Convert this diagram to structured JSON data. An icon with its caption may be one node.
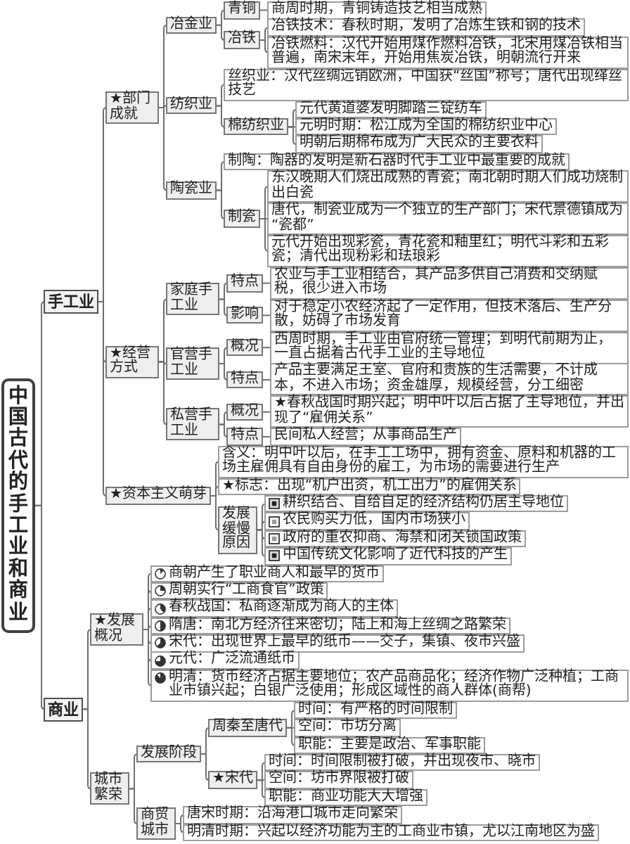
{
  "diagram": {
    "nodes": [
      {
        "text": [
          "中国古代的手工业和商业"
        ]
      },
      {
        "text": [
          "手工业"
        ]
      },
      {
        "text": [
          "★部门成就"
        ]
      },
      {
        "text": [
          "冶金业"
        ]
      },
      {
        "text": [
          "青铜"
        ]
      },
      {
        "text": [
          "商周时期，青铜铸造技艺相当成熟"
        ]
      },
      {
        "text": [
          "冶铁"
        ]
      },
      {
        "text": [
          "冶铁技术：春秋时期，发明了冶炼生铁和钢的技术"
        ]
      },
      {
        "text": [
          "冶铁燃料：汉代开始用煤作燃料冶铁，北宋用煤冶铁相当普遍，南宋末年，开始用焦炭冶铁，明朝流行开来"
        ]
      },
      {
        "text": [
          "纺织业"
        ]
      },
      {
        "text": [
          "丝织业：汉代丝绸远销欧洲，中国获“丝国”称号；唐代出现缂丝技艺"
        ]
      },
      {
        "text": [
          "棉纺织业"
        ]
      },
      {
        "text": [
          "元代黄道婆发明脚踏三锭纺车"
        ]
      },
      {
        "text": [
          "元明时期：松江成为全国的棉纺织业中心"
        ]
      },
      {
        "text": [
          "明朝后期棉布成为广大民众的主要衣料"
        ]
      },
      {
        "text": [
          "陶瓷业"
        ]
      },
      {
        "text": [
          "制陶：陶器的发明是新石器时代手工业中最重要的成就"
        ]
      },
      {
        "text": [
          "制瓷"
        ]
      },
      {
        "text": [
          "东汉晚期人们烧出成熟的青瓷；南北朝时期人们成功烧制出白瓷"
        ]
      },
      {
        "text": [
          "唐代，制瓷业成为一个独立的生产部门；宋代景德镇成为“瓷都”"
        ]
      },
      {
        "text": [
          "元代开始出现彩瓷，青花瓷和釉里红；明代斗彩和五彩瓷；清代出现粉彩和珐琅彩"
        ]
      },
      {
        "text": [
          "★经营方式"
        ]
      },
      {
        "text": [
          "家庭手工业"
        ]
      },
      {
        "text": [
          "特点"
        ]
      },
      {
        "text": [
          "农业与手工业相结合，其产品多供自己消费和交纳赋税，很少进入市场"
        ]
      },
      {
        "text": [
          "影响"
        ]
      },
      {
        "text": [
          "对于稳定小农经济起了一定作用，但技术落后、生产分散，妨碍了市场发育"
        ]
      },
      {
        "text": [
          "官营手工业"
        ]
      },
      {
        "text": [
          "概况"
        ]
      },
      {
        "text": [
          "西周时期，手工业由官府统一管理；到明代前期为止，一直占据着古代手工业的主导地位"
        ]
      },
      {
        "text": [
          "特点"
        ]
      },
      {
        "text": [
          "产品主要满足王室、官府和贵族的生活需要，不计成本，不进入市场；资金雄厚，规模经营，分工细密"
        ]
      },
      {
        "text": [
          "私营手工业"
        ]
      },
      {
        "text": [
          "概况"
        ]
      },
      {
        "text": [
          "★春秋战国时期兴起；明中叶以后占据了主导地位，并出现了“雇佣关系”"
        ]
      },
      {
        "text": [
          "特点"
        ]
      },
      {
        "text": [
          "民间私人经营；从事商品生产"
        ]
      },
      {
        "text": [
          "★资本主义萌芽"
        ]
      },
      {
        "text": [
          "含义：明中叶以后，在手工工场中，拥有资金、原料和机器的工场主雇佣具有自由身份的雇工，为市场的需要进行生产"
        ]
      },
      {
        "text": [
          "★标志：出现“机户出资，机工出力”的雇佣关系"
        ]
      },
      {
        "text": [
          "发展缓慢原因"
        ]
      },
      {
        "text": [
          "耕织结合、自给自足的经济结构仍居主导地位"
        ]
      },
      {
        "text": [
          "农民购买力低，国内市场狭小"
        ]
      },
      {
        "text": [
          "政府的重农抑商、海禁和闭关锁国政策"
        ]
      },
      {
        "text": [
          "中国传统文化影响了近代科技的产生"
        ]
      },
      {
        "text": [
          "商业"
        ]
      },
      {
        "text": [
          "★发展概况"
        ]
      },
      {
        "text": [
          "商朝产生了职业商人和最早的货币"
        ]
      },
      {
        "text": [
          "周朝实行“工商食官”政策"
        ]
      },
      {
        "text": [
          "春秋战国：私商逐渐成为商人的主体"
        ]
      },
      {
        "text": [
          "隋唐：南北方经济往来密切；陆上和海上丝绸之路繁荣"
        ]
      },
      {
        "text": [
          "宋代：出现世界上最早的纸币——交子，集镇、夜市兴盛"
        ]
      },
      {
        "text": [
          "元代：广泛流通纸币"
        ]
      },
      {
        "text": [
          "明清：货币经济占据主要地位；农产品商品化；经济作物广泛种植；工商业市镇兴起；白银广泛使用；形成区域性的商人群体(商帮)"
        ]
      },
      {
        "text": [
          "城市繁荣"
        ]
      },
      {
        "text": [
          "发展阶段"
        ]
      },
      {
        "text": [
          "周秦至唐代"
        ]
      },
      {
        "text": [
          "时间：有严格的时间限制"
        ]
      },
      {
        "text": [
          "空间：市坊分离"
        ]
      },
      {
        "text": [
          "职能：主要是政治、军事职能"
        ]
      },
      {
        "text": [
          "★宋代"
        ]
      },
      {
        "text": [
          "时间：时间限制被打破，并出现夜市、晓市"
        ]
      },
      {
        "text": [
          "空间：坊市界限被打破"
        ]
      },
      {
        "text": [
          "职能：商业功能大大增强"
        ]
      },
      {
        "text": [
          "商贸城市"
        ]
      },
      {
        "text": [
          "唐宋时期：沿海港口城市走向繁荣"
        ]
      },
      {
        "text": [
          "明清时期：兴起以经济功能为主的工商业市镇，尤以江南地区为盛"
        ]
      }
    ],
    "edges": [
      {
        "from": 0,
        "to": 1,
        "arrow": "none"
      },
      {
        "from": 1,
        "to": 2,
        "arrow": "none"
      },
      {
        "from": 2,
        "to": 3,
        "arrow": "none"
      },
      {
        "from": 3,
        "to": 4,
        "arrow": "none"
      },
      {
        "from": 4,
        "to": 5,
        "arrow": "none"
      },
      {
        "from": 3,
        "to": 6,
        "arrow": "none"
      },
      {
        "from": 6,
        "to": 7,
        "arrow": "none"
      },
      {
        "from": 6,
        "to": 8,
        "arrow": "none"
      },
      {
        "from": 2,
        "to": 9,
        "arrow": "none"
      },
      {
        "from": 9,
        "to": 10,
        "arrow": "none"
      },
      {
        "from": 9,
        "to": 11,
        "arrow": "none"
      },
      {
        "from": 11,
        "to": 12,
        "arrow": "none"
      },
      {
        "from": 11,
        "to": 13,
        "arrow": "none"
      },
      {
        "from": 11,
        "to": 14,
        "arrow": "none"
      },
      {
        "from": 2,
        "to": 15,
        "arrow": "none"
      },
      {
        "from": 15,
        "to": 16,
        "arrow": "none"
      },
      {
        "from": 15,
        "to": 17,
        "arrow": "none"
      },
      {
        "from": 17,
        "to": 18,
        "arrow": "none"
      },
      {
        "from": 17,
        "to": 19,
        "arrow": "none"
      },
      {
        "from": 17,
        "to": 20,
        "arrow": "none"
      },
      {
        "from": 1,
        "to": 21,
        "arrow": "none"
      },
      {
        "from": 21,
        "to": 22,
        "arrow": "none"
      },
      {
        "from": 22,
        "to": 23,
        "arrow": "none"
      },
      {
        "from": 23,
        "to": 24,
        "arrow": "none"
      },
      {
        "from": 22,
        "to": 25,
        "arrow": "none"
      },
      {
        "from": 25,
        "to": 26,
        "arrow": "none"
      },
      {
        "from": 21,
        "to": 27,
        "arrow": "none"
      },
      {
        "from": 27,
        "to": 28,
        "arrow": "none"
      },
      {
        "from": 28,
        "to": 29,
        "arrow": "none"
      },
      {
        "from": 27,
        "to": 30,
        "arrow": "none"
      },
      {
        "from": 30,
        "to": 31,
        "arrow": "none"
      },
      {
        "from": 21,
        "to": 32,
        "arrow": "none"
      },
      {
        "from": 32,
        "to": 33,
        "arrow": "none"
      },
      {
        "from": 33,
        "to": 34,
        "arrow": "none"
      },
      {
        "from": 32,
        "to": 35,
        "arrow": "none"
      },
      {
        "from": 35,
        "to": 36,
        "arrow": "none"
      },
      {
        "from": 1,
        "to": 37,
        "arrow": "none"
      },
      {
        "from": 37,
        "to": 38,
        "arrow": "none"
      },
      {
        "from": 37,
        "to": 39,
        "arrow": "none"
      },
      {
        "from": 37,
        "to": 40,
        "arrow": "none"
      },
      {
        "from": 40,
        "to": 41,
        "arrow": "none"
      },
      {
        "from": 40,
        "to": 42,
        "arrow": "none"
      },
      {
        "from": 40,
        "to": 43,
        "arrow": "none"
      },
      {
        "from": 40,
        "to": 44,
        "arrow": "none"
      },
      {
        "from": 0,
        "to": 45,
        "arrow": "none"
      },
      {
        "from": 45,
        "to": 46,
        "arrow": "none"
      },
      {
        "from": 46,
        "to": 47,
        "arrow": "none"
      },
      {
        "from": 46,
        "to": 48,
        "arrow": "none"
      },
      {
        "from": 46,
        "to": 49,
        "arrow": "none"
      },
      {
        "from": 46,
        "to": 50,
        "arrow": "none"
      },
      {
        "from": 46,
        "to": 51,
        "arrow": "none"
      },
      {
        "from": 46,
        "to": 52,
        "arrow": "none"
      },
      {
        "from": 46,
        "to": 53,
        "arrow": "none"
      },
      {
        "from": 45,
        "to": 54,
        "arrow": "none"
      },
      {
        "from": 54,
        "to": 55,
        "arrow": "none"
      },
      {
        "from": 55,
        "to": 56,
        "arrow": "none"
      },
      {
        "from": 56,
        "to": 57,
        "arrow": "none"
      },
      {
        "from": 56,
        "to": 58,
        "arrow": "none"
      },
      {
        "from": 56,
        "to": 59,
        "arrow": "none"
      },
      {
        "from": 55,
        "to": 60,
        "arrow": "none"
      },
      {
        "from": 60,
        "to": 61,
        "arrow": "none"
      },
      {
        "from": 60,
        "to": 62,
        "arrow": "none"
      },
      {
        "from": 60,
        "to": 63,
        "arrow": "none"
      },
      {
        "from": 54,
        "to": 64,
        "arrow": "none"
      },
      {
        "from": 64,
        "to": 65,
        "arrow": "none"
      },
      {
        "from": 64,
        "to": 66,
        "arrow": "none"
      }
    ]
  }
}
